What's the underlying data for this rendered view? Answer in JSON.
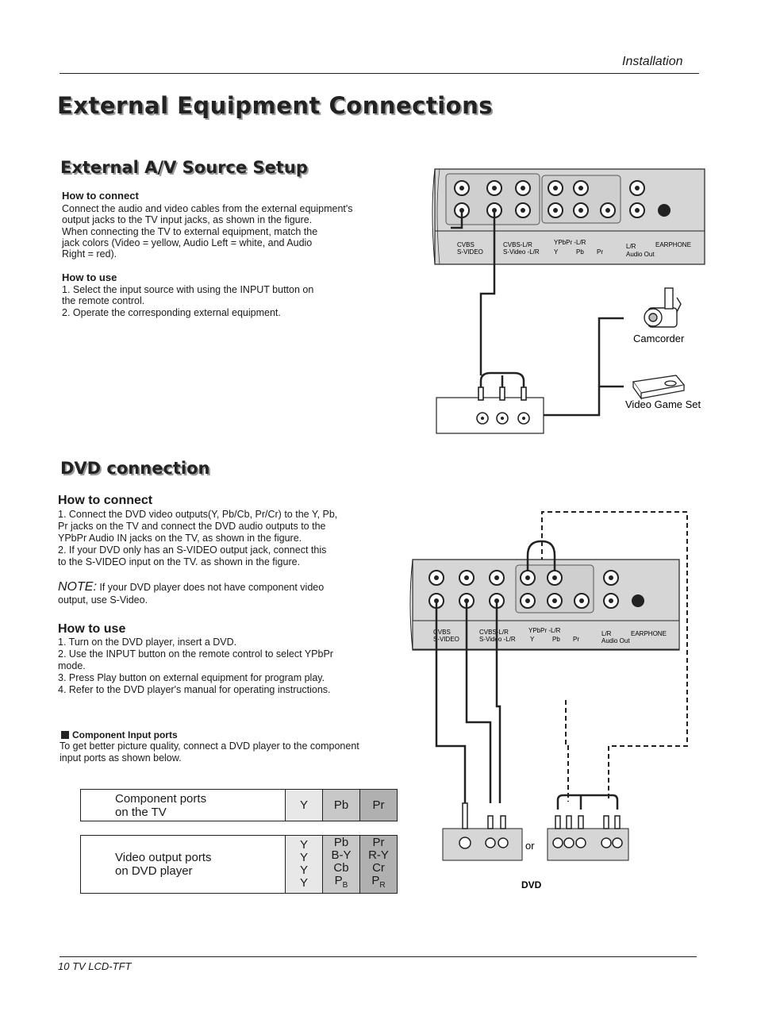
{
  "header": {
    "section": "Installation"
  },
  "title": "External Equipment Connections",
  "av": {
    "title": "External A/V Source Setup",
    "connect_heading": "How to connect",
    "connect_text": "Connect the audio and video cables from the external equipment's\noutput jacks to the TV input jacks, as shown in the figure.\nWhen connecting the TV to external equipment, match the\njack colors (Video = yellow, Audio Left = white, and Audio\nRight = red).",
    "use_heading": "How to use",
    "use_text": "1. Select the input source with using the INPUT button on\nthe remote control.\n2. Operate the corresponding external equipment.",
    "panel": {
      "cvbs": "CVBS",
      "svideo": "S-VIDEO",
      "cvbs_lr": "CVBS-L/R",
      "svideo_lr": "S-Video -L/R",
      "ypbpr_lr": "YPbPr -L/R",
      "y": "Y",
      "pb": "Pb",
      "pr": "Pr",
      "lr": "L/R",
      "audio_out": "Audio Out",
      "earphone": "EARPHONE"
    },
    "camcorder": "Camcorder",
    "video_game": "Video Game Set"
  },
  "dvd": {
    "title": "DVD connection",
    "connect_heading": "How to connect",
    "connect_text": "1. Connect the DVD video outputs(Y, Pb/Cb, Pr/Cr) to the Y, Pb,\nPr jacks on the TV and connect the DVD audio outputs to the\nYPbPr Audio IN  jacks on the TV, as shown in the figure.\n2. If your DVD only has an S-VIDEO output jack, connect  this\nto  the S-VIDEO input on the TV.  as shown in the figure.",
    "note_label": "NOTE:",
    "note_text": "If your DVD player does not have component video",
    "note_text2": "output, use S-Video.",
    "use_heading": "How to use",
    "use_text": "1. Turn on the DVD player, insert a DVD.\n2. Use the INPUT button on the remote control to select YPbPr\nmode.\n3. Press Play button on external equipment for program play.\n4. Refer to the DVD player's manual for operating instructions.",
    "component_heading": "Component Input ports",
    "component_text": "To get better picture quality, connect a DVD player to the component\ninput ports as shown below.",
    "or_label": "or",
    "dvd_label": "DVD",
    "panel": {
      "cvbs": "CVBS",
      "svideo": "S-VIDEO",
      "cvbs_lr": "CVBS-L/R",
      "svideo_lr": "S-Video -L/R",
      "ypbpr_lr": "YPbPr -L/R",
      "y": "Y",
      "pb": "Pb",
      "pr": "Pr",
      "lr": "L/R",
      "audio_out": "Audio Out",
      "earphone": "EARPHONE"
    }
  },
  "table": {
    "row1": {
      "label": "Component ports\non the TV",
      "y": "Y",
      "pb": "Pb",
      "pr": "Pr"
    },
    "row2": {
      "label": "Video output ports\non DVD player",
      "y": [
        "Y",
        "Y",
        "Y",
        "Y"
      ],
      "pb": [
        "Pb",
        "B-Y",
        "Cb",
        "P"
      ],
      "pb_sub": "B",
      "pr": [
        "Pr",
        "R-Y",
        "Cr",
        "P"
      ],
      "pr_sub": "R"
    }
  },
  "footer": {
    "page": "10  TV LCD-TFT"
  }
}
